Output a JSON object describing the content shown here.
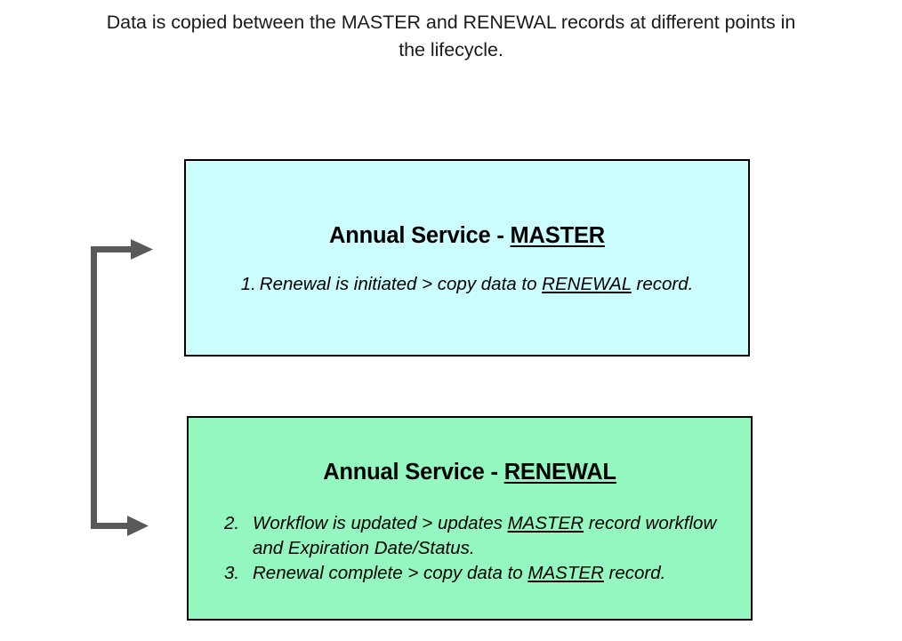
{
  "slide": {
    "title": "Data is copied between the MASTER and RENEWAL records at different points in the lifecycle.",
    "background_color": "#ffffff"
  },
  "boxes": [
    {
      "id": "master",
      "name": "master-record-box",
      "fill_color": "#ccfdff",
      "border_color": "#000000",
      "heading_prefix": "Annual Service - ",
      "heading_emphasis": "MASTER",
      "steps": [
        {
          "number": "1.",
          "text_before": "Renewal is initiated > copy data to ",
          "emphasis": "RENEWAL",
          "text_after": " record."
        }
      ]
    },
    {
      "id": "renewal",
      "name": "renewal-record-box",
      "fill_color": "#94f7bf",
      "border_color": "#000000",
      "heading_prefix": "Annual Service - ",
      "heading_emphasis": "RENEWAL",
      "steps": [
        {
          "number": "2.",
          "text_before": "Workflow is updated > updates ",
          "emphasis": "MASTER",
          "text_after": " record workflow and Expiration Date/Status."
        },
        {
          "number": "3.",
          "text_before": "Renewal complete > copy data to ",
          "emphasis": "MASTER",
          "text_after": " record."
        }
      ]
    }
  ],
  "connector": {
    "name": "double-arrow-connector",
    "color": "#595959",
    "description": "bracket arrow with arrowheads pointing right into both boxes"
  }
}
